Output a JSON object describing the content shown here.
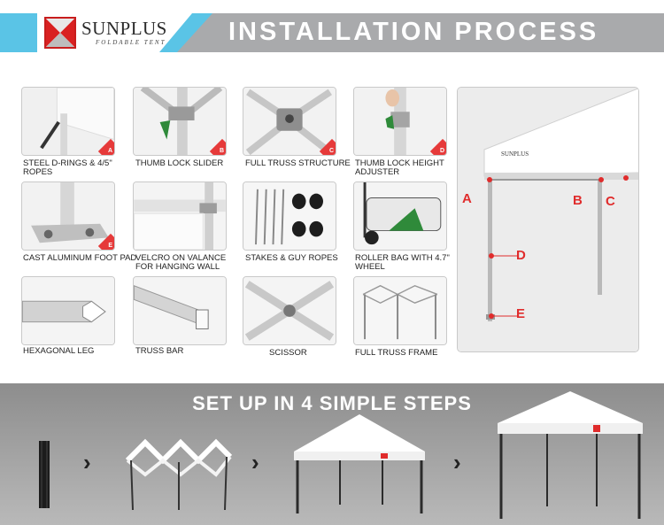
{
  "header": {
    "brand": "SUNPLUS",
    "brand_sub": "FOLDABLE TENT",
    "title": "INSTALLATION PROCESS"
  },
  "grid": {
    "items": [
      {
        "caption": "STEEL  D-RINGS & 4/5\" ROPES",
        "badge": "A",
        "icon": "d-ring-icon"
      },
      {
        "caption": "THUMB  LOCK  SLIDER",
        "badge": "B",
        "icon": "slider-icon"
      },
      {
        "caption": "FULL TRUSS STRUCTURE",
        "badge": "C",
        "icon": "truss-icon"
      },
      {
        "caption": "THUMB LOCK HEIGHT ADJUSTER",
        "badge": "D",
        "icon": "height-adjuster-icon"
      },
      {
        "caption": "CAST ALUMINUM FOOT PAD",
        "badge": "E",
        "icon": "foot-pad-icon"
      },
      {
        "caption": "VELCRO ON VALANCE FOR HANGING WALL",
        "badge": "",
        "icon": "velcro-icon"
      },
      {
        "caption": "STAKES & GUY ROPES",
        "badge": "",
        "icon": "stakes-icon"
      },
      {
        "caption": "ROLLER BAG WITH 4.7\" WHEEL",
        "badge": "",
        "icon": "roller-bag-icon"
      },
      {
        "caption": "HEXAGONAL LEG",
        "badge": "",
        "icon": "hex-leg-icon"
      },
      {
        "caption": "TRUSS BAR",
        "badge": "",
        "icon": "truss-bar-icon"
      },
      {
        "caption": "SCISSOR",
        "badge": "",
        "icon": "scissor-icon"
      },
      {
        "caption": "FULL TRUSS FRAME",
        "badge": "",
        "icon": "frame-icon"
      }
    ]
  },
  "diagram": {
    "logo": "SUNPLUS",
    "labels": [
      "A",
      "B",
      "C",
      "D",
      "E"
    ]
  },
  "steps": {
    "title": "SET UP IN 4 SIMPLE STEPS",
    "arrow": "›"
  },
  "colors": {
    "accent_blue": "#5ac4e6",
    "header_gray": "#a9aaac",
    "label_red": "#e02c2c"
  }
}
